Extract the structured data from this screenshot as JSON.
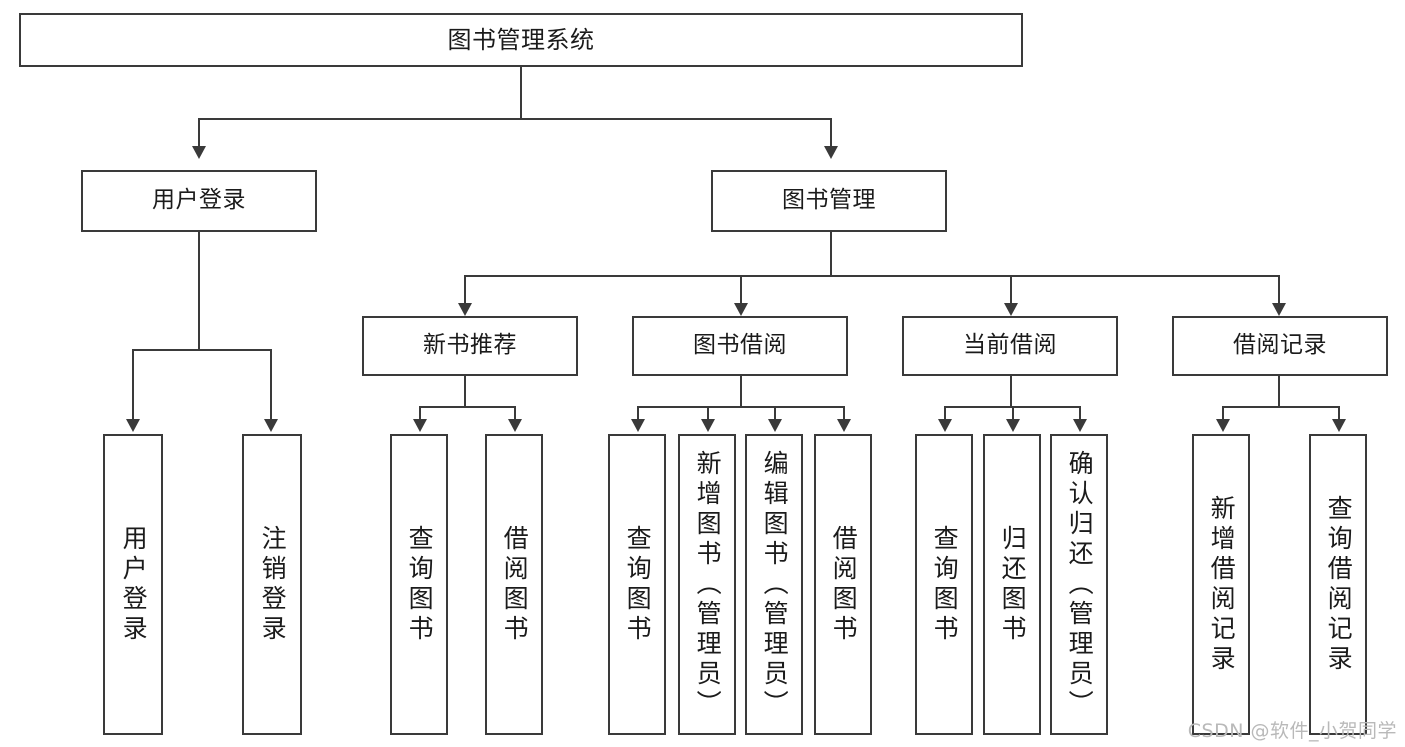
{
  "diagram": {
    "title_text": "图书管理系统",
    "type": "tree-hierarchy-diagram",
    "watermark": "CSDN @软件_小贺同学",
    "colors": {
      "background": "#ffffff",
      "box_border": "#3a3a3a",
      "box_fill": "#ffffff",
      "text": "#1b1b1b",
      "connector": "#3a3a3a",
      "watermark": "#b9b9b9"
    },
    "root": {
      "label": "图书管理系统"
    },
    "level2": [
      {
        "label": "用户登录"
      },
      {
        "label": "图书管理"
      }
    ],
    "level3": [
      {
        "label": "新书推荐"
      },
      {
        "label": "图书借阅"
      },
      {
        "label": "当前借阅"
      },
      {
        "label": "借阅记录"
      }
    ],
    "leaves": {
      "user_login": [
        {
          "label": "用户登录"
        },
        {
          "label": "注销登录"
        }
      ],
      "new_book_recommend": [
        {
          "label": "查询图书"
        },
        {
          "label": "借阅图书"
        }
      ],
      "book_borrow": [
        {
          "label": "查询图书"
        },
        {
          "label": "新增图书（管理员）"
        },
        {
          "label": "编辑图书（管理员）"
        },
        {
          "label": "借阅图书"
        }
      ],
      "current_borrow": [
        {
          "label": "查询图书"
        },
        {
          "label": "归还图书"
        },
        {
          "label": "确认归还（管理员）"
        }
      ],
      "borrow_records": [
        {
          "label": "新增借阅记录"
        },
        {
          "label": "查询借阅记录"
        }
      ]
    }
  }
}
